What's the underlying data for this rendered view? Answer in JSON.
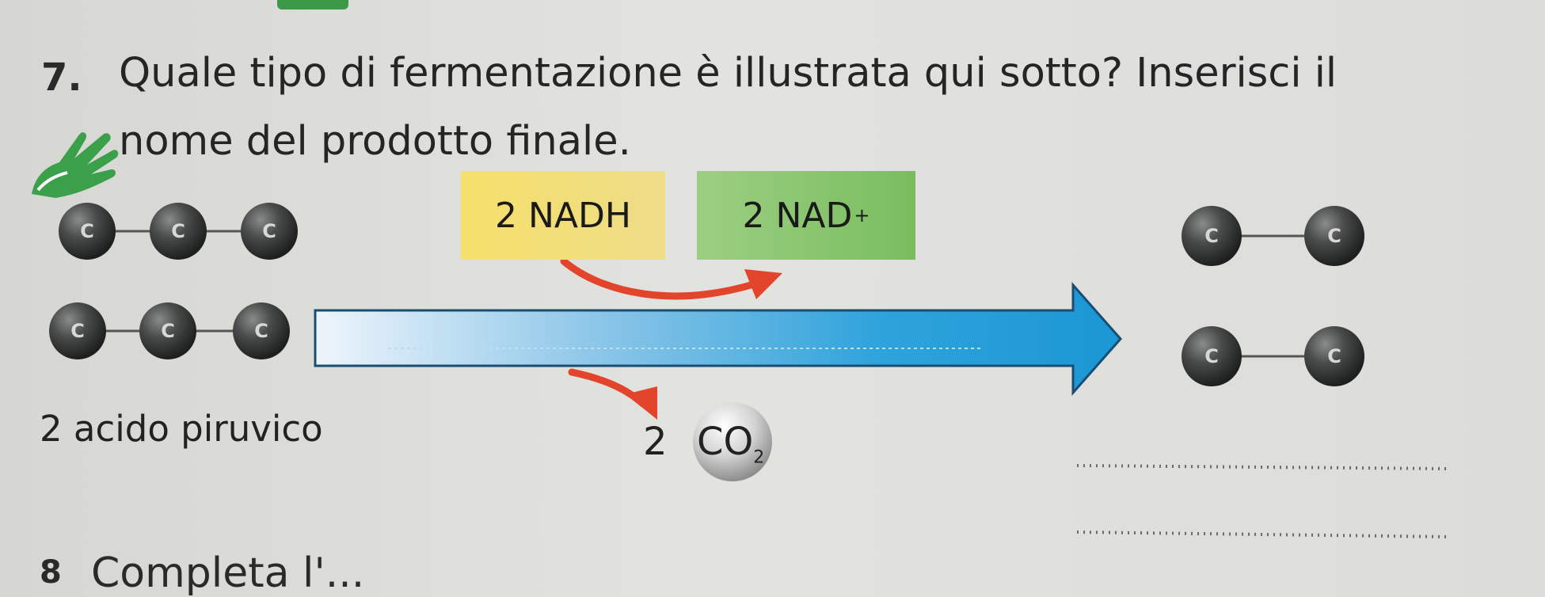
{
  "question": {
    "number": "7.",
    "text": "Quale tipo di fermentazione è illustrata qui sotto? Inserisci il nome del prodotto finale."
  },
  "reaction": {
    "nadh_label": "2 NADH",
    "nad_label": "2 NAD",
    "nad_charge": "+",
    "reactant_label": "2 acido piruvico",
    "co2_coefficient": "2",
    "co2_formula": "CO",
    "co2_subscript": "2",
    "atom_symbol": "C"
  },
  "next_question": {
    "number": "8",
    "text": "Completa l'..."
  },
  "colors": {
    "arrow_light": "#e9f3fa",
    "arrow_dark": "#1c9ad6",
    "red_arrow": "#e2452b",
    "atom_dark": "#3e403f"
  }
}
